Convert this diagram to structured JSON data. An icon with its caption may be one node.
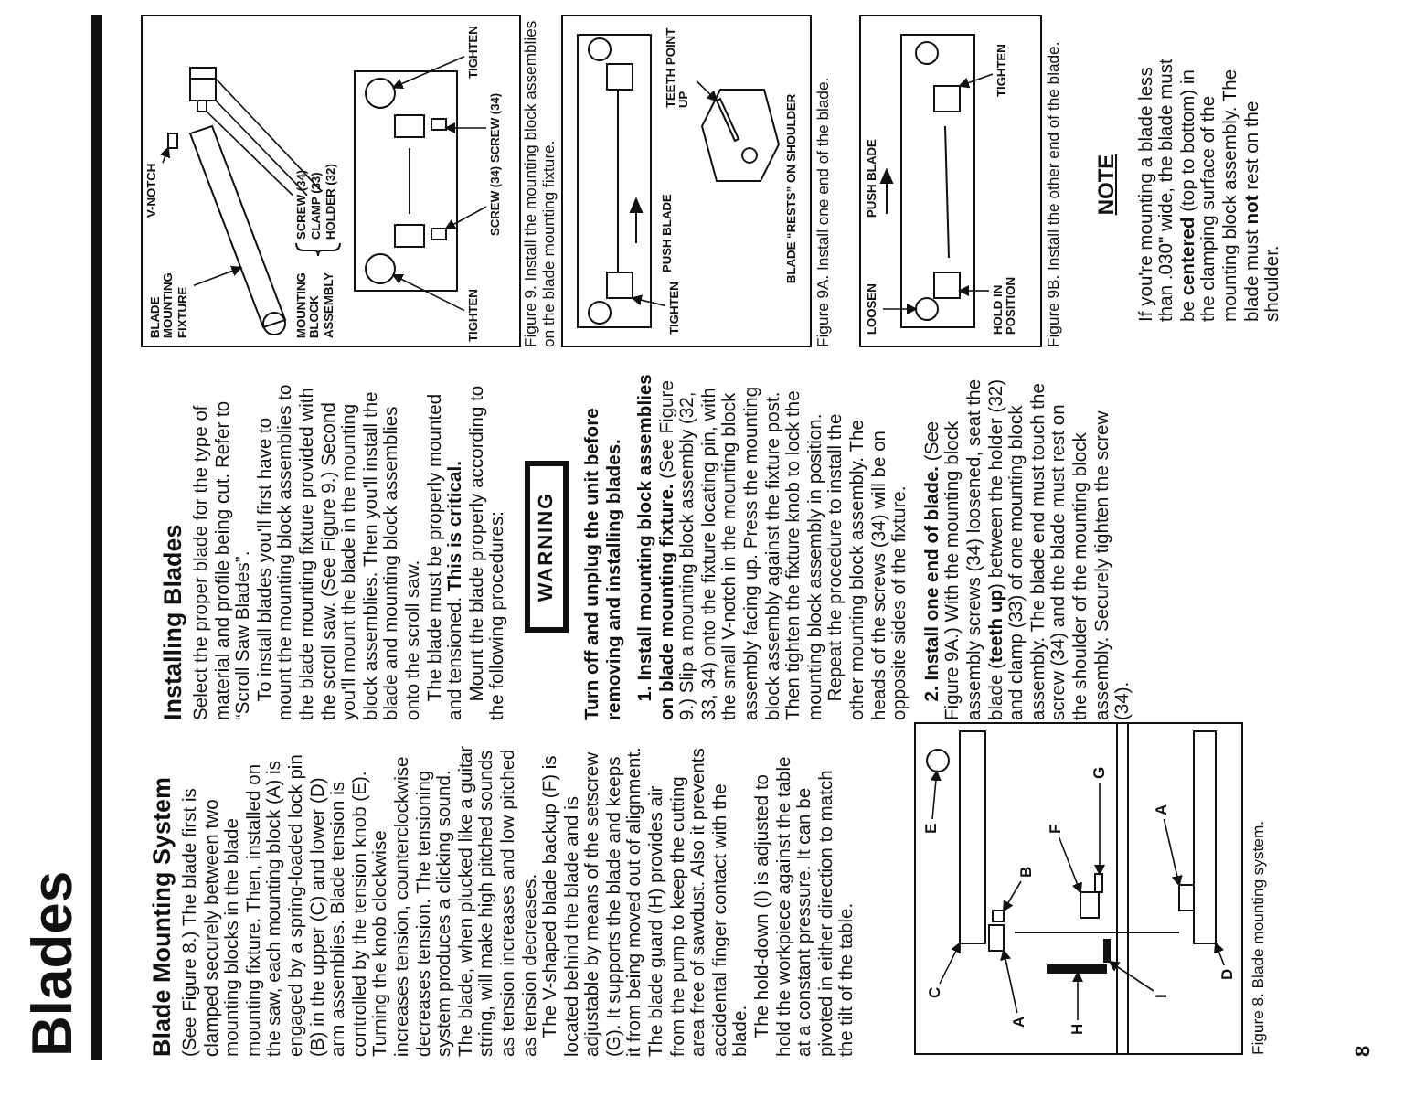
{
  "diagram": {
    "title": "Blades",
    "nodes": [
      {
        "text": [],
        "shape": "picture",
        "beside": [
          "Figure 8. Blade mounting system."
        ]
      },
      {
        "text": [
          "E"
        ],
        "in": 0
      },
      {
        "text": [
          "C"
        ],
        "in": 0
      },
      {
        "text": [
          "A"
        ],
        "in": 0
      },
      {
        "text": [
          "B"
        ],
        "in": 0
      },
      {
        "text": [
          "G"
        ],
        "in": 0
      },
      {
        "text": [
          "F"
        ],
        "in": 0
      },
      {
        "text": [
          "H"
        ],
        "in": 0
      },
      {
        "text": [
          "I"
        ],
        "in": 0
      },
      {
        "text": [
          "A"
        ],
        "in": 0
      },
      {
        "text": [
          "D"
        ],
        "in": 0
      },
      {
        "text": [],
        "shape": "picture",
        "beside": [
          "Figure 9. Install the mounting block assemblies on the blade mounting fixture."
        ]
      },
      {
        "text": [
          "BLADE MOUNTING FIXTURE"
        ],
        "in": 11
      },
      {
        "text": [
          "V-NOTCH"
        ],
        "in": 11
      },
      {
        "text": [
          "MOUNTING BLOCK ASSEMBLY"
        ],
        "in": 11
      },
      {
        "text": [
          "SCREW (34)"
        ],
        "in": 11
      },
      {
        "text": [
          "CLAMP (33)"
        ],
        "in": 11
      },
      {
        "text": [
          "HOLDER (32)"
        ],
        "in": 11
      },
      {
        "text": [
          "TIGHTEN"
        ],
        "in": 11
      },
      {
        "text": [
          "SCREW (34)"
        ],
        "in": 11
      },
      {
        "text": [
          "TIGHTEN"
        ],
        "in": 11
      },
      {
        "text": [
          "SCREW (34)"
        ],
        "in": 11
      },
      {
        "text": [],
        "shape": "picture",
        "beside": [
          "Figure 9A. Install one end of the blade."
        ]
      },
      {
        "text": [
          "TIGHTEN"
        ],
        "in": 22
      },
      {
        "text": [
          "PUSH BLADE"
        ],
        "in": 22
      },
      {
        "text": [
          "TEETH POINT UP"
        ],
        "in": 22
      },
      {
        "text": [
          "BLADE “RESTS” ON SHOULDER"
        ],
        "in": 22
      },
      {
        "text": [],
        "shape": "picture",
        "beside": [
          "Figure 9B. Install the other end of the blade."
        ]
      },
      {
        "text": [
          "LOOSEN"
        ],
        "in": 27
      },
      {
        "text": [
          "HOLD IN POSITION"
        ],
        "in": 27
      },
      {
        "text": [
          "PUSH BLADE"
        ],
        "in": 27
      },
      {
        "text": [
          "TIGHTEN"
        ],
        "in": 27
      },
      {
        "text": [
          "WARNING"
        ]
      },
      {
        "text": [],
        "shape": "circle",
        "in": 0
      },
      {
        "text": [],
        "shape": "box",
        "in": 0
      },
      {
        "text": [],
        "shape": "box",
        "in": 0
      },
      {
        "text": [],
        "shape": "box",
        "in": 0
      },
      {
        "text": [],
        "shape": "box",
        "in": 0
      },
      {
        "text": [],
        "shape": "box",
        "in": 0
      },
      {
        "text": [],
        "shape": "bar",
        "in": 0
      },
      {
        "text": [],
        "shape": "bar",
        "in": 0
      },
      {
        "text": [],
        "shape": "box",
        "in": 0
      },
      {
        "text": [],
        "shape": "box",
        "in": 0
      },
      {
        "text": [],
        "shape": "bar",
        "in": 11
      },
      {
        "text": [],
        "shape": "box",
        "in": 11
      },
      {
        "text": [],
        "shape": "box",
        "in": 11
      },
      {
        "text": [],
        "shape": "box",
        "in": 11
      },
      {
        "text": [],
        "shape": "box",
        "in": 11
      },
      {
        "text": [],
        "shape": "circle",
        "in": 11
      },
      {
        "text": [],
        "shape": "box",
        "in": 11
      },
      {
        "text": [],
        "shape": "circle",
        "in": 11
      },
      {
        "text": [],
        "shape": "box",
        "in": 11
      },
      {
        "text": [],
        "shape": "box",
        "in": 22
      },
      {
        "text": [],
        "shape": "bar",
        "in": 22
      },
      {
        "text": [],
        "shape": "circle",
        "in": 27
      },
      {
        "text": [],
        "shape": "box",
        "in": 27
      },
      {
        "text": [],
        "shape": "box",
        "in": 27
      }
    ],
    "edges": [
      {
        "from": 1,
        "to": 33,
        "arrow": "to"
      },
      {
        "from": 2,
        "to": 34,
        "arrow": "to"
      },
      {
        "from": 3,
        "to": 35,
        "arrow": "to"
      },
      {
        "from": 4,
        "to": 36,
        "arrow": "to"
      },
      {
        "from": 5,
        "to": 38,
        "arrow": "to"
      },
      {
        "from": 6,
        "to": 37,
        "arrow": "to"
      },
      {
        "from": 7,
        "to": 39,
        "arrow": "to"
      },
      {
        "from": 8,
        "to": 40,
        "arrow": "to"
      },
      {
        "from": 9,
        "to": 41,
        "arrow": "to"
      },
      {
        "from": 10,
        "to": 42,
        "arrow": "to"
      },
      {
        "from": 12,
        "to": 43,
        "arrow": "to"
      },
      {
        "from": 13,
        "to": 44,
        "arrow": "to"
      },
      {
        "from": 15,
        "to": 45,
        "arrow": "none"
      },
      {
        "from": 16,
        "to": 46,
        "arrow": "none"
      },
      {
        "from": 17,
        "to": 47,
        "arrow": "none"
      },
      {
        "from": 18,
        "to": 50,
        "arrow": "to"
      },
      {
        "from": 19,
        "to": 51,
        "arrow": "to"
      },
      {
        "from": 20,
        "to": 48,
        "arrow": "to"
      },
      {
        "from": 21,
        "to": 49,
        "arrow": "to"
      },
      {
        "from": 23,
        "to": 52,
        "arrow": "to"
      },
      {
        "from": 25,
        "to": 53,
        "arrow": "to"
      },
      {
        "from": 28,
        "to": 54,
        "arrow": "to"
      },
      {
        "from": 29,
        "to": 56,
        "arrow": "to"
      },
      {
        "from": 31,
        "to": 55,
        "arrow": "to"
      }
    ],
    "labels": [
      "Blade Mounting System",
      "(See Figure 8.) The blade first is clamped securely between two mounting blocks in the blade mounting fixture. Then, installed on the saw, each mounting block (A) is engaged by a spring-loaded lock pin (B) in the upper (C) and lower (D) arm assemblies. Blade tension is controlled by the tension knob (E). Turning the knob clockwise increases tension, counterclockwise decreases tension. The tensioning system produces a clicking sound. The blade, when plucked like a guitar string, will make high pitched sounds as tension increases and low pitched as tension decreases.",
      "The V-shaped blade backup (F) is located behind the blade and is adjustable by means of the setscrew (G). It supports the blade and keeps it from being moved out of alignment. The blade guard (H) provides air from the pump to keep the cutting area free of sawdust. Also it prevents accidental finger contact with the blade.",
      "The hold-down (I) is adjusted to hold the workpiece against the table at a constant pressure. It can be pivoted in either direction to match the tilt of the table.",
      "Installing Blades",
      "Select the proper blade for the type of material and profile being cut. Refer to “Scroll Saw Blades”.",
      "To install blades you'll first have to mount the mounting block assemblies to the blade mounting fixture provided with the scroll saw. (See Figure 9.) Second you'll mount the blade in the mounting block assemblies. Then you'll install the blade and mounting block assemblies onto the scroll saw.",
      "The blade must be properly mounted and tensioned. **This is critical.**",
      "Mount the blade properly according to the following procedures:",
      "Turn off and unplug the unit before removing and installing blades.",
      "**1. Install mounting block assemblies on blade mounting fixture.** (See Figure 9.) Slip a mounting block assembly (32, 33, 34) onto the fixture locating pin, with the small V-notch in the mounting block assembly facing up. Press the mounting block assembly against the fixture post. Then tighten the fixture knob to lock the mounting block assembly in position.",
      "Repeat the procedure to install the other mounting block assembly. The heads of the screws (34) will be on opposite sides of the fixture.",
      "**2. Install one end of blade.** (See Figure 9A.) With the mounting block assembly screws (34) loosened, seat the blade (**teeth up**) between the holder (32) and clamp (33) of one mounting block assembly. The blade end must touch the screw (34) and the blade must rest on the shoulder of the mounting block assembly. Securely tighten the screw (34).",
      "NOTE",
      "If you're mounting a blade less than .030\" wide, the blade must be **centered** (top to bottom) in the clamping surface of the mounting block assembly. The blade must **not** rest on the shoulder.",
      "8"
    ]
  }
}
